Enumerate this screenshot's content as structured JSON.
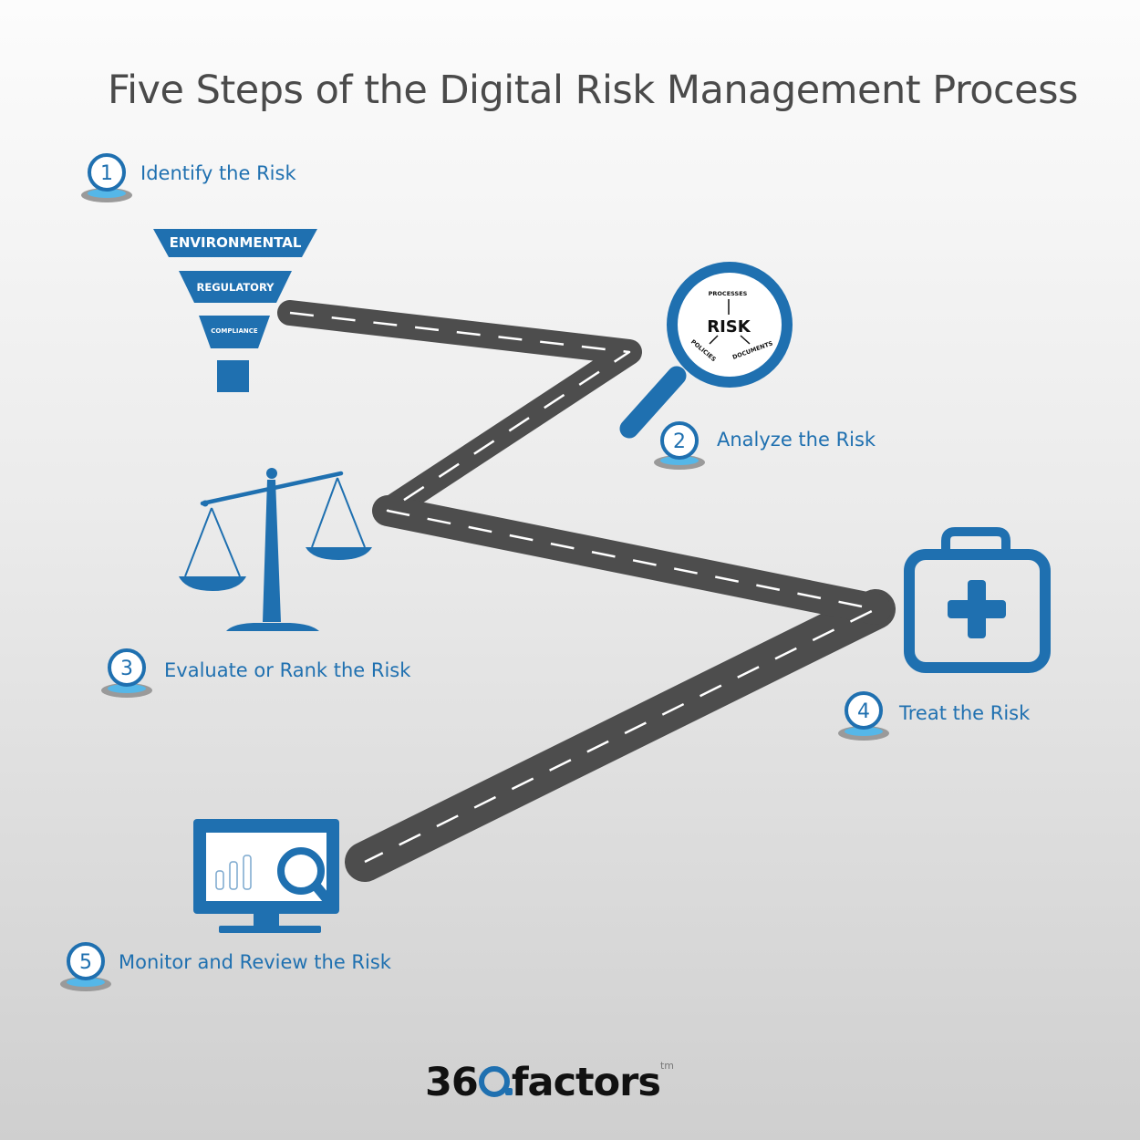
{
  "title": "Five Steps of the Digital Risk Management Process",
  "steps": [
    {
      "number": "1",
      "label": "Identify the Risk"
    },
    {
      "number": "2",
      "label": "Analyze the Risk"
    },
    {
      "number": "3",
      "label": "Evaluate or Rank the Risk"
    },
    {
      "number": "4",
      "label": "Treat the Risk"
    },
    {
      "number": "5",
      "label": "Monitor and Review the Risk"
    }
  ],
  "funnel": {
    "top": "ENVIRONMENTAL",
    "middle": "REGULATORY",
    "bottom": "COMPLIANCE"
  },
  "magnifier": {
    "center": "RISK",
    "top": "PROCESSES",
    "left": "POLICIES",
    "right": "DOCUMENTS"
  },
  "icons": [
    "funnel-icon",
    "magnifier-icon",
    "scales-icon",
    "first-aid-kit-icon",
    "monitor-analytics-icon",
    "road-icon"
  ],
  "colors": {
    "accent": "#1f70b0",
    "road": "#4d4d4d",
    "title": "#4a4a4a",
    "pin_ring": "#55b7e8"
  },
  "logo": {
    "brand_prefix": "36",
    "brand_suffix": "factors",
    "trademark": "tm"
  }
}
